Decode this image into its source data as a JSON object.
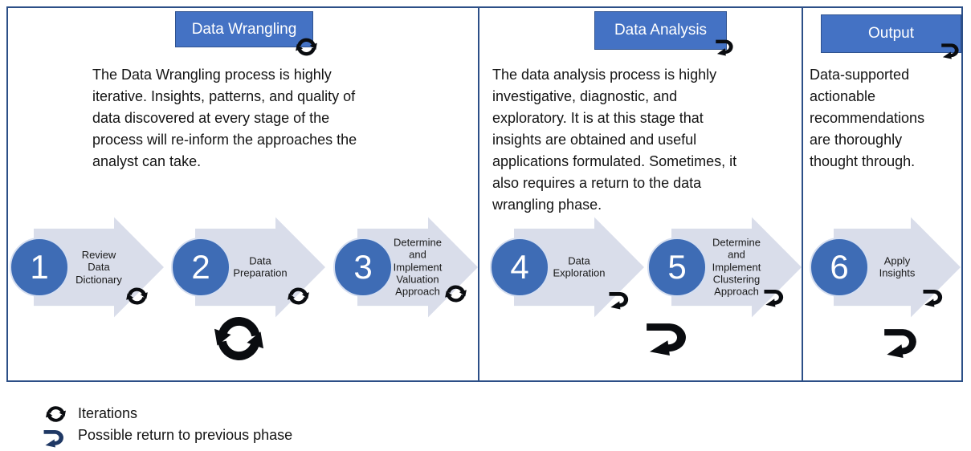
{
  "colors": {
    "header_fill": "#4472C4",
    "header_border": "#2F528F",
    "header_text": "#FFFFFF",
    "section_border": "#2C4F87",
    "step_circle_fill": "#3E6CB5",
    "step_arrow_fill": "#D9DDEA",
    "icon_black": "#0A0C10",
    "legend_return_navy": "#1F3864"
  },
  "icons": {
    "iterations": "circular-sync-arrows",
    "return": "curved-return-arrow"
  },
  "sections": [
    {
      "title": "Data Wrangling",
      "title_icon": "iterations",
      "description": [
        "The Data Wrangling process is highly",
        "iterative. Insights, patterns, and quality of",
        "data discovered at every stage of the",
        "process will re-inform the approaches the",
        "analyst can take."
      ]
    },
    {
      "title": "Data Analysis",
      "title_icon": "return",
      "description": [
        "The data analysis process is highly",
        "investigative, diagnostic, and",
        "exploratory. It is at this stage that",
        "insights are obtained and useful",
        "applications formulated. Sometimes, it",
        "also requires a return to the data",
        "wrangling phase."
      ]
    },
    {
      "title": "Output",
      "title_icon": "return",
      "description": [
        "Data-supported",
        "actionable",
        "recommendations",
        "are thoroughly",
        "thought through."
      ]
    }
  ],
  "steps": [
    {
      "number": "1",
      "label": [
        "Review",
        "Data",
        "Dictionary"
      ],
      "icon": "iterations"
    },
    {
      "number": "2",
      "label": [
        "Data",
        "Preparation"
      ],
      "icon": "iterations"
    },
    {
      "number": "3",
      "label": [
        "Determine",
        "and",
        "Implement",
        "Valuation",
        "Approach"
      ],
      "icon": "iterations"
    },
    {
      "number": "4",
      "label": [
        "Data",
        "Exploration"
      ],
      "icon": "return"
    },
    {
      "number": "5",
      "label": [
        "Determine",
        "and",
        "Implement",
        "Clustering",
        "Approach"
      ],
      "icon": "return"
    },
    {
      "number": "6",
      "label": [
        "Apply",
        "Insights"
      ],
      "icon": "return"
    }
  ],
  "legend": [
    {
      "icon": "iterations",
      "label": "Iterations"
    },
    {
      "icon": "return",
      "label": "Possible return to previous phase"
    }
  ]
}
